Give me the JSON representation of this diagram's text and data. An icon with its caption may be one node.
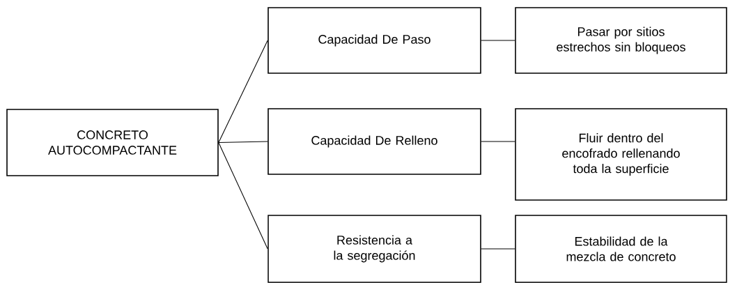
{
  "diagram": {
    "nodes": [
      {
        "text": [
          "CONCRETO AUTOCOMPACTANTE"
        ]
      },
      {
        "text": [
          "Capacidad De Paso"
        ]
      },
      {
        "text": [
          "Pasar por sitios estrechos sin bloqueos"
        ]
      },
      {
        "text": [
          "Capacidad De Relleno"
        ]
      },
      {
        "text": [
          "Fluir dentro del encofrado rellenando toda la superficie"
        ]
      },
      {
        "text": [
          "Resistencia a la segregación"
        ]
      },
      {
        "text": [
          "Estabilidad de la mezcla de concreto"
        ]
      }
    ],
    "edges": [
      {
        "from": 0,
        "to": 1,
        "arrow": "none"
      },
      {
        "from": 0,
        "to": 3,
        "arrow": "none"
      },
      {
        "from": 0,
        "to": 5,
        "arrow": "none"
      },
      {
        "from": 1,
        "to": 2,
        "arrow": "none"
      },
      {
        "from": 3,
        "to": 4,
        "arrow": "none"
      },
      {
        "from": 5,
        "to": 6,
        "arrow": "none"
      }
    ]
  }
}
